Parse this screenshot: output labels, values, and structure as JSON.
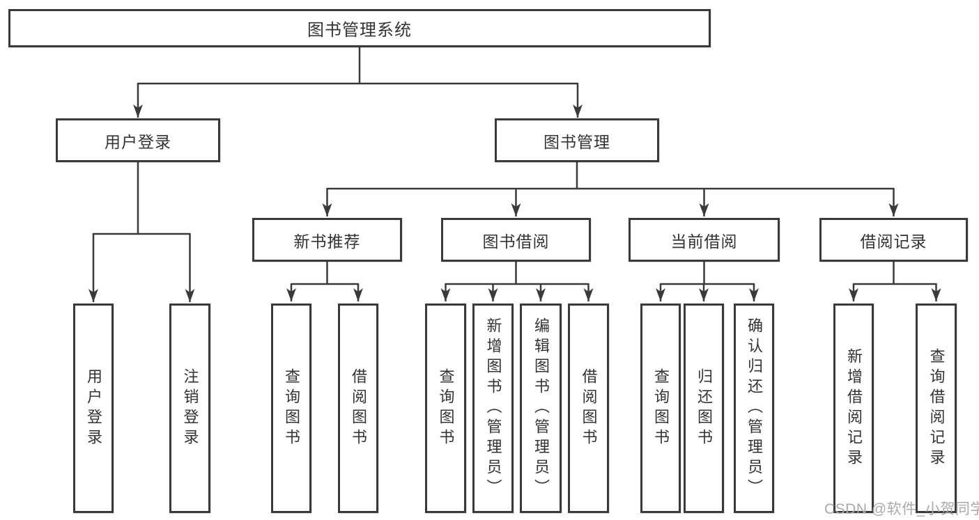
{
  "tree": {
    "root": {
      "label": "图书管理系统"
    },
    "branches": [
      {
        "label": "用户登录",
        "children": [
          {
            "label": "用户登录"
          },
          {
            "label": "注销登录"
          }
        ]
      },
      {
        "label": "图书管理",
        "sections": [
          {
            "label": "新书推荐",
            "children": [
              {
                "label": "查询图书"
              },
              {
                "label": "借阅图书"
              }
            ]
          },
          {
            "label": "图书借阅",
            "children": [
              {
                "label": "查询图书"
              },
              {
                "label": "新增图书（管理员）"
              },
              {
                "label": "编辑图书（管理员）"
              },
              {
                "label": "借阅图书"
              }
            ]
          },
          {
            "label": "当前借阅",
            "children": [
              {
                "label": "查询图书"
              },
              {
                "label": "归还图书"
              },
              {
                "label": "确认归还（管理员）"
              }
            ]
          },
          {
            "label": "借阅记录",
            "children": [
              {
                "label": "新增借阅记录"
              },
              {
                "label": "查询借阅记录"
              }
            ]
          }
        ]
      }
    ]
  },
  "watermark": {
    "text": "CSDN @软件_小贺同学"
  },
  "colors": {
    "line": "#3a3a3a",
    "box_border": "#3a3a3a",
    "text": "#333333",
    "watermark": "#aaaaaa",
    "background": "#ffffff"
  }
}
